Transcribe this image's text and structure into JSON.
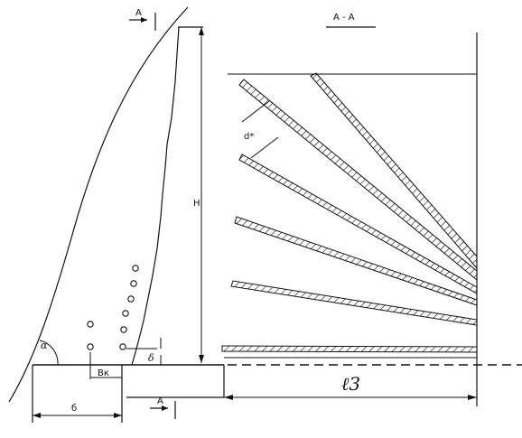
{
  "diagram": {
    "section_label": "A - A",
    "labels": {
      "top_section_mark": "A",
      "height": "H",
      "angle": "α",
      "width_b": "б",
      "width_bk": "Bк",
      "spacing_delta": "δ",
      "bottom_section_mark": "A",
      "fan_distance": "d*",
      "length_l3": "ℓ3"
    },
    "colors": {
      "ink": "#111111",
      "paper": "#ffffff"
    }
  }
}
